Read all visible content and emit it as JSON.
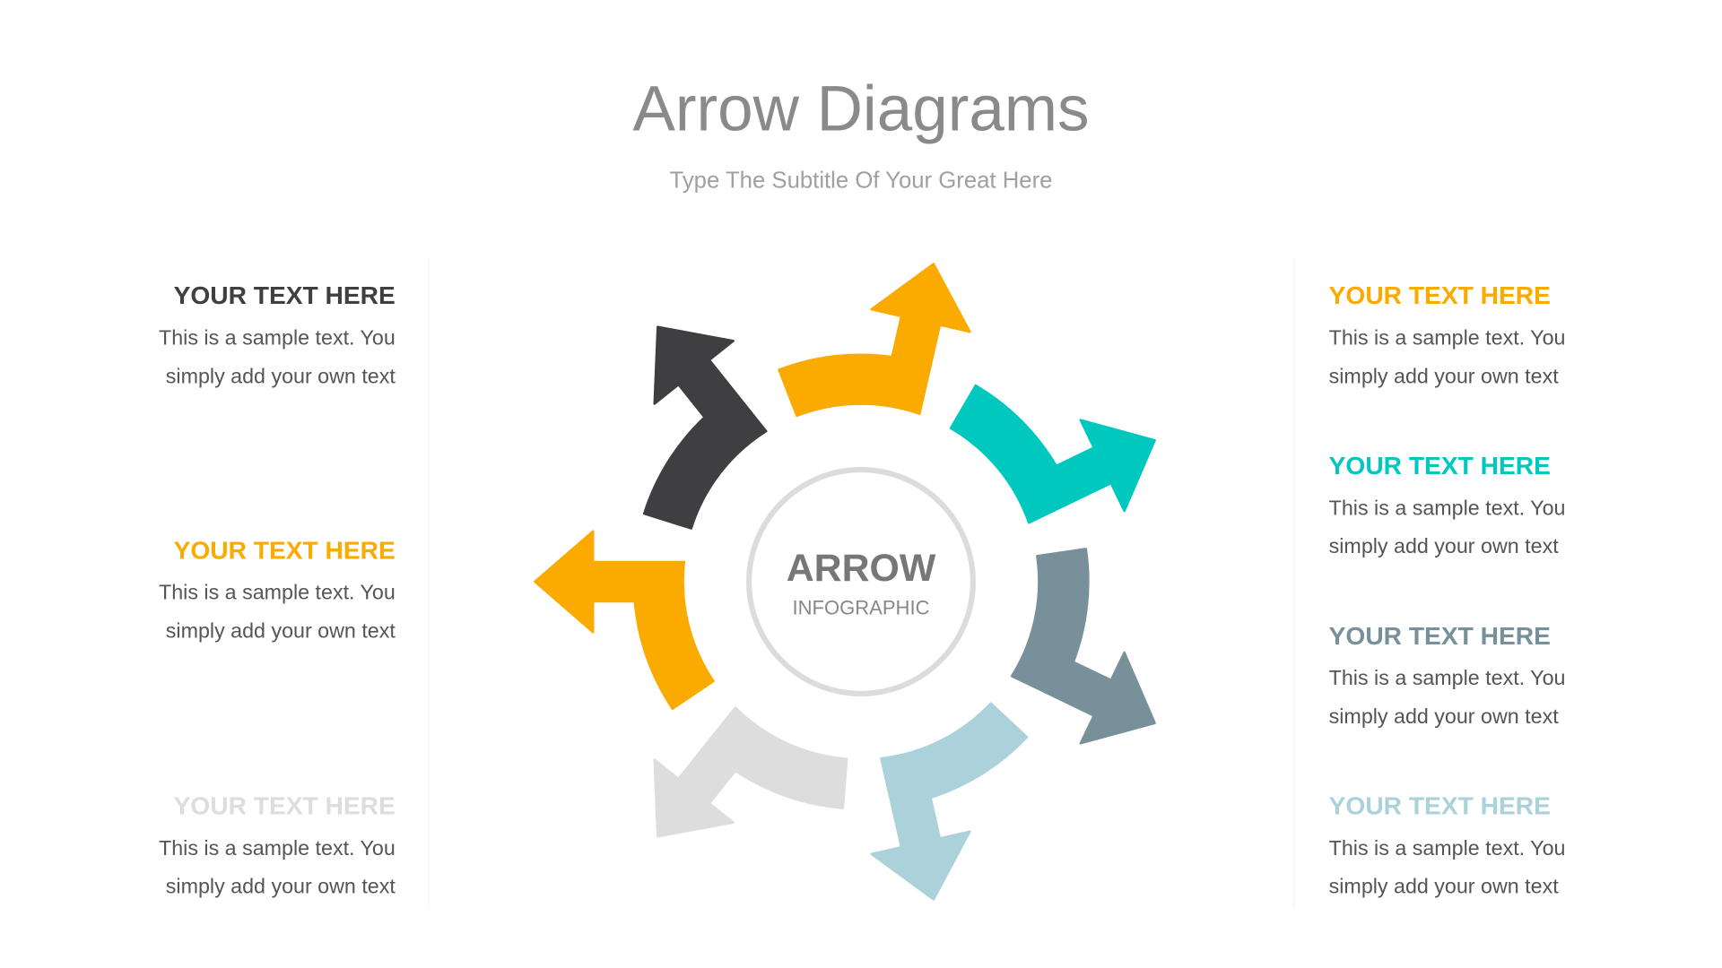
{
  "header": {
    "title": "Arrow Diagrams",
    "subtitle": "Type The Subtitle Of Your Great Here"
  },
  "center": {
    "title": "ARROW",
    "subtitle": "INFOGRAPHIC"
  },
  "colors": {
    "orange": "#FBAA00",
    "dark": "#3F3F41",
    "teal": "#00C8BE",
    "slate": "#78909A",
    "lightblue": "#ABD2DA",
    "lightgray": "#DDDDDD"
  },
  "arrows": [
    {
      "name": "arrow-left-orange",
      "color": "#FBAA00"
    },
    {
      "name": "arrow-upper-left-dark",
      "color": "#3F3F41"
    },
    {
      "name": "arrow-top-orange",
      "color": "#FBAA00"
    },
    {
      "name": "arrow-upper-right-teal",
      "color": "#00C8BE"
    },
    {
      "name": "arrow-lower-right-slate",
      "color": "#78909A"
    },
    {
      "name": "arrow-bottom-lightblue",
      "color": "#ABD2DA"
    },
    {
      "name": "arrow-lower-left-lightgray",
      "color": "#DDDDDD"
    }
  ],
  "left_items": [
    {
      "heading": "YOUR TEXT HERE",
      "color": "#3F3F41",
      "line1": "This is a sample text. You",
      "line2": "simply add your own text"
    },
    {
      "heading": "YOUR TEXT HERE",
      "color": "#FBAA00",
      "line1": "This is a sample text. You",
      "line2": "simply add your own text"
    },
    {
      "heading": "YOUR TEXT HERE",
      "color": "#DDDDDD",
      "line1": "This is a sample text. You",
      "line2": "simply add your own text"
    }
  ],
  "right_items": [
    {
      "heading": "YOUR TEXT HERE",
      "color": "#FBAA00",
      "line1": "This is a sample text. You",
      "line2": "simply add your own text"
    },
    {
      "heading": "YOUR TEXT HERE",
      "color": "#00C8BE",
      "line1": "This is a sample text. You",
      "line2": "simply add your own text"
    },
    {
      "heading": "YOUR TEXT HERE",
      "color": "#78909A",
      "line1": "This is a sample text. You",
      "line2": "simply add your own text"
    },
    {
      "heading": "YOUR TEXT HERE",
      "color": "#ABD2DA",
      "line1": "This is a sample text. You",
      "line2": "simply add your own text"
    }
  ]
}
